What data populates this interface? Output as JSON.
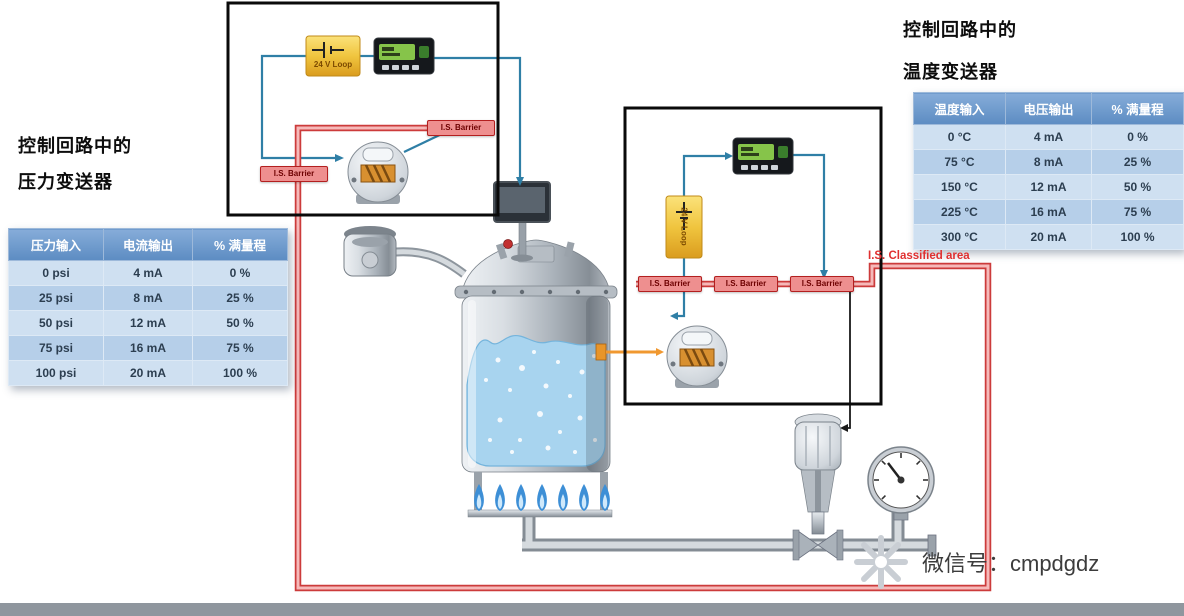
{
  "left_panel": {
    "title_line1": "控制回路中的",
    "title_line2": "压力变送器",
    "table": {
      "headers": [
        "压力输入",
        "电流输出",
        "% 满量程"
      ],
      "rows": [
        [
          "0 psi",
          "4 mA",
          "0 %"
        ],
        [
          "25 psi",
          "8 mA",
          "25 %"
        ],
        [
          "50 psi",
          "12 mA",
          "50 %"
        ],
        [
          "75 psi",
          "16 mA",
          "75 %"
        ],
        [
          "100 psi",
          "20 mA",
          "100 %"
        ]
      ]
    }
  },
  "right_panel": {
    "title_line1": "控制回路中的",
    "title_line2": "温度变送器",
    "table": {
      "headers": [
        "温度输入",
        "电压输出",
        "% 满量程"
      ],
      "rows": [
        [
          "0 °C",
          "4 mA",
          "0 %"
        ],
        [
          "75 °C",
          "8 mA",
          "25 %"
        ],
        [
          "150 °C",
          "12 mA",
          "50 %"
        ],
        [
          "225 °C",
          "16 mA",
          "75 %"
        ],
        [
          "300 °C",
          "20 mA",
          "100 %"
        ]
      ]
    }
  },
  "labels": {
    "is_barrier": "I.S. Barrier",
    "loop_24v": "24 V Loop",
    "classified_area": "I.S. Classified area",
    "watermark": "微信号：cmpdgdz"
  },
  "colors": {
    "loop_red": "#cc3b3b",
    "signal_teal": "#2f7fa6",
    "sensor_orange": "#f09830",
    "table_header_blue": "#5c8cc2"
  }
}
